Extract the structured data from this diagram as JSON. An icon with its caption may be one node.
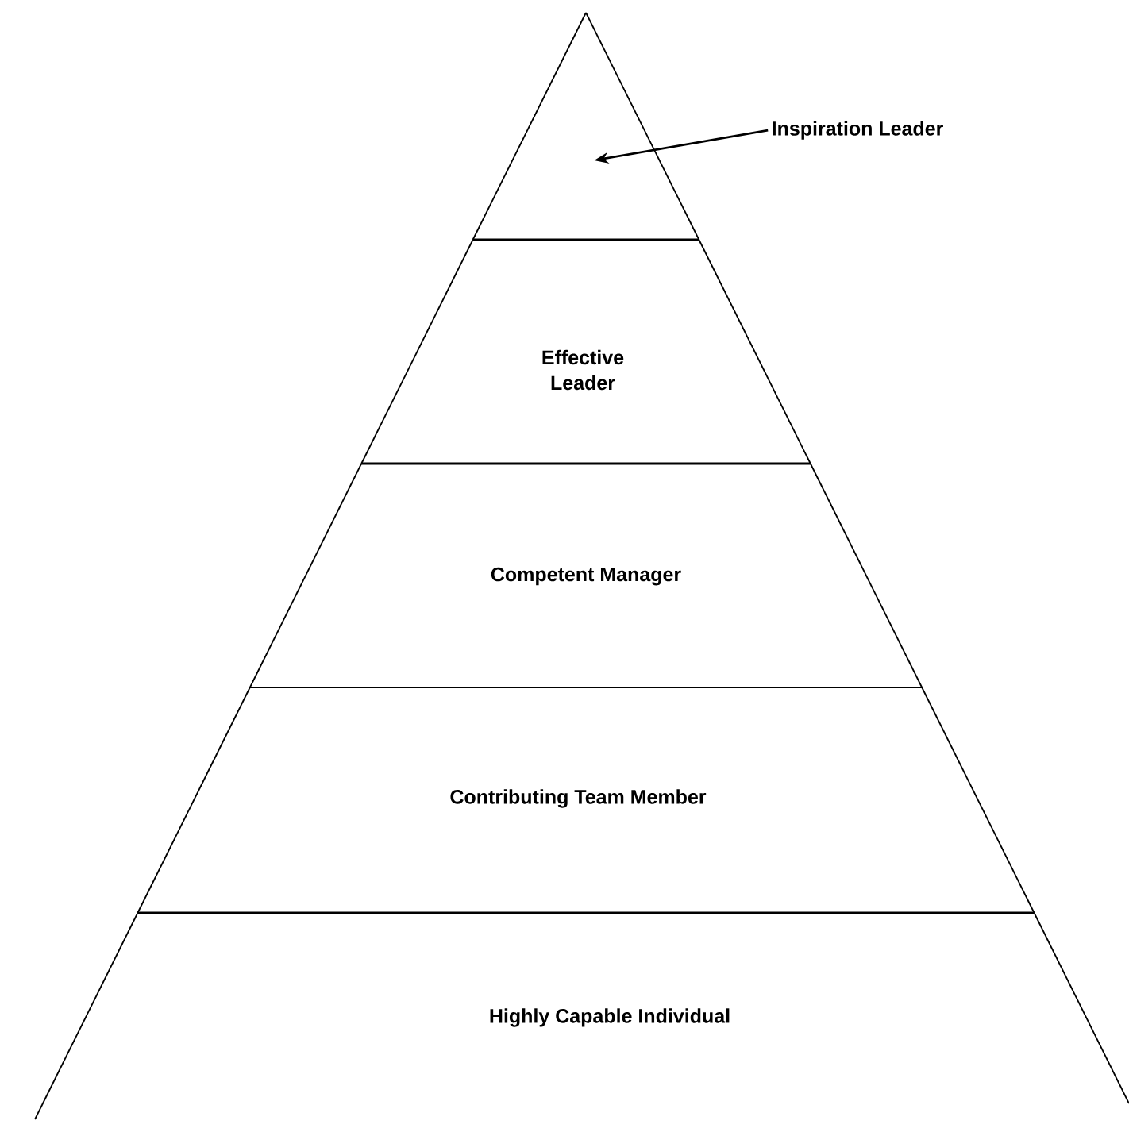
{
  "diagram": {
    "nodes": [
      {
        "text": [
          "Inspiration Leader"
        ]
      },
      {
        "text": [],
        "shape": "triangle"
      },
      {
        "text": [
          "Effective Leader"
        ]
      },
      {
        "text": [
          "Competent Manager"
        ]
      },
      {
        "text": [
          "Contributing Team Member"
        ]
      },
      {
        "text": [
          "Highly Capable Individual"
        ]
      }
    ],
    "edges": [
      {
        "from": 0,
        "to": 1,
        "arrow": "to"
      }
    ]
  }
}
